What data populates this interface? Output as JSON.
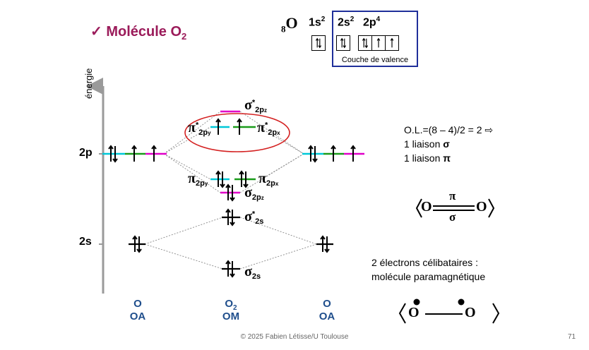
{
  "title": {
    "text": "✓ Molécule O",
    "subscript": "2"
  },
  "element": {
    "prefix": "8",
    "symbol": "O"
  },
  "configuration": {
    "core": {
      "base": "1s",
      "exp": "2"
    },
    "valence_s": {
      "base": "2s",
      "exp": "2"
    },
    "valence_p": {
      "base": "2p",
      "exp": "4"
    },
    "boxes": [
      "⇅",
      "⇅",
      "⇅",
      "↑",
      "↑"
    ],
    "valence_label": "Couche de valence"
  },
  "axis": {
    "label": "énergie",
    "level_2p": "2p",
    "level_2s": "2s"
  },
  "orbitals": {
    "sigma_star_2pz": {
      "symbol": "σ",
      "star": "*",
      "sub": "2p",
      "subsub": "z"
    },
    "pi_star_2py": {
      "symbol": "π",
      "star": "*",
      "sub": "2p",
      "subsub": "y"
    },
    "pi_star_2px": {
      "symbol": "π",
      "star": "*",
      "sub": "2p",
      "subsub": "x"
    },
    "pi_2py": {
      "symbol": "π",
      "sub": "2p",
      "subsub": "y"
    },
    "pi_2px": {
      "symbol": "π",
      "sub": "2p",
      "subsub": "x"
    },
    "sigma_2pz": {
      "symbol": "σ",
      "sub": "2p",
      "subsub": "z"
    },
    "sigma_star_2s": {
      "symbol": "σ",
      "star": "*",
      "sub": "2s"
    },
    "sigma_2s": {
      "symbol": "σ",
      "sub": "2s"
    }
  },
  "bond_order": {
    "formula": "O.L.=(8 – 4)/2 = 2 ⇨",
    "line1_prefix": "1 liaison ",
    "line1_symbol": "σ",
    "line2_prefix": "1 liaison ",
    "line2_symbol": "π"
  },
  "lewis1": {
    "atom_left": "O",
    "atom_right": "O",
    "pi": "π",
    "sigma": "σ"
  },
  "magnetism": {
    "line1": "2 électrons célibataires :",
    "line2": "molécule paramagnétique"
  },
  "lewis2": {
    "atom_left": "O",
    "atom_right": "O"
  },
  "columns": {
    "left": {
      "top": "O",
      "bottom": "OA"
    },
    "middle": {
      "top": "O",
      "top_sub": "2",
      "bottom": "OM"
    },
    "right": {
      "top": "O",
      "bottom": "OA"
    }
  },
  "colors": {
    "title": "#9b1b5a",
    "valence_box": "#1f2f9a",
    "px": "#00c8d8",
    "py": "#1a9b1a",
    "pz": "#e000c8",
    "ellipse": "#d42020",
    "label_blue": "#1f4e8c"
  },
  "footer": "© 2025 Fabien Létisse/U Toulouse",
  "page_number": "71"
}
